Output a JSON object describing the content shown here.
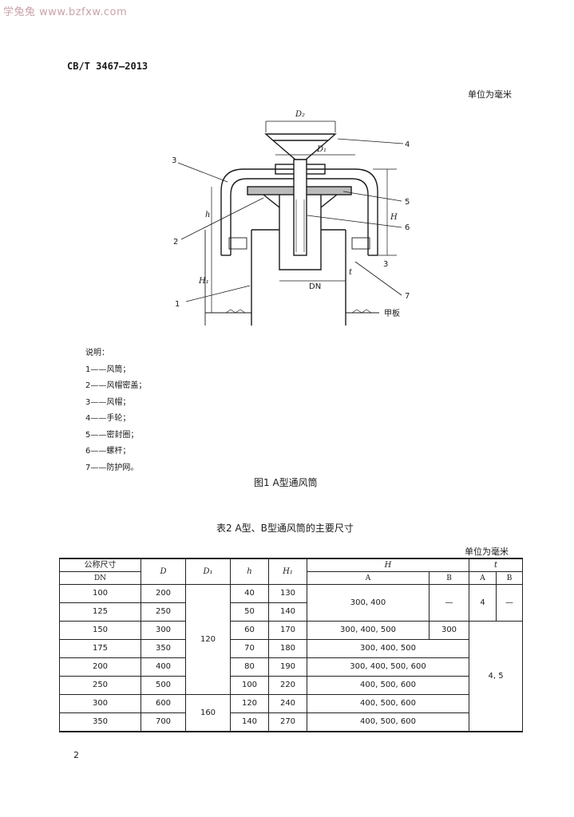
{
  "watermark": "学兔兔 www.bzfxw.com",
  "standard_code": "CB/T 3467—2013",
  "unit_note": "单位为毫米",
  "figure": {
    "labels": {
      "D2": "D₂",
      "D1": "D₁",
      "DN": "DN",
      "h": "h",
      "H": "H",
      "H1": "H₁",
      "t": "t",
      "three": "3",
      "deck": "甲板",
      "callouts": [
        "1",
        "2",
        "3",
        "4",
        "5",
        "6",
        "7"
      ]
    },
    "caption": "图1  A型通风筒"
  },
  "legend": {
    "title": "说明：",
    "items": [
      "1——风筒；",
      "2——风帽密盖；",
      "3——风帽；",
      "4——手轮；",
      "5——密封圈；",
      "6——螺杆；",
      "7——防护网。"
    ]
  },
  "table": {
    "caption": "表2  A型、B型通风筒的主要尺寸",
    "unit_note": "单位为毫米",
    "headers": {
      "dn_top": "公称尺寸",
      "dn_bottom": "DN",
      "D": "D",
      "D1": "D₁",
      "h": "h",
      "H1": "H₁",
      "H": "H",
      "t": "t",
      "A": "A",
      "B": "B"
    },
    "rows": [
      {
        "dn": "100",
        "d": "200",
        "h": "40",
        "h1": "130"
      },
      {
        "dn": "125",
        "d": "250",
        "h": "50",
        "h1": "140"
      },
      {
        "dn": "150",
        "d": "300",
        "h": "60",
        "h1": "170"
      },
      {
        "dn": "175",
        "d": "350",
        "h": "70",
        "h1": "180"
      },
      {
        "dn": "200",
        "d": "400",
        "h": "80",
        "h1": "190"
      },
      {
        "dn": "250",
        "d": "500",
        "h": "100",
        "h1": "220"
      },
      {
        "dn": "300",
        "d": "600",
        "h": "120",
        "h1": "240"
      },
      {
        "dn": "350",
        "d": "700",
        "h": "140",
        "h1": "270"
      }
    ],
    "merged": {
      "d1_group1": "120",
      "d1_group2": "160",
      "ha_r12": "300, 400",
      "hb_r12": "—",
      "ta_r12": "4",
      "tb_r12": "—",
      "ha_r3": "300, 400, 500",
      "hb_r3": "300",
      "ha_r4": "300, 400, 500",
      "ha_r5": "300, 400, 500, 600",
      "ha_r6": "400, 500, 600",
      "ha_r7": "400, 500, 600",
      "ha_r8": "400, 500, 600",
      "t_rest": "4, 5"
    }
  },
  "page_number": "2"
}
